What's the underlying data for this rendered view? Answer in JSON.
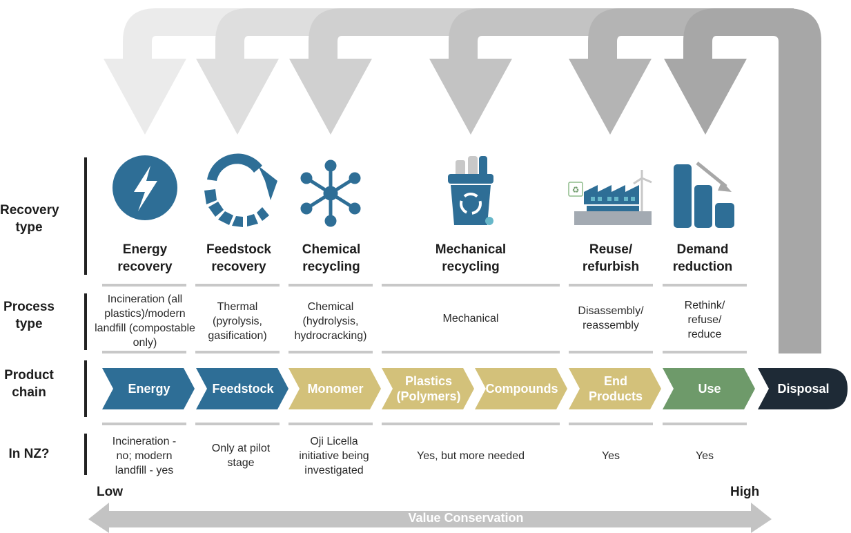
{
  "row_labels": {
    "recovery": "Recovery\ntype",
    "process": "Process\ntype",
    "product": "Product\nchain",
    "nz": "In NZ?"
  },
  "recovery_types": [
    {
      "label": "Energy\nrecovery",
      "icon": "lightning-icon"
    },
    {
      "label": "Feedstock\nrecovery",
      "icon": "circular-arrow-icon"
    },
    {
      "label": "Chemical\nrecycling",
      "icon": "molecule-icon"
    },
    {
      "label": "Mechanical\nrecycling",
      "icon": "recycling-bin-icon"
    },
    {
      "label": "Reuse/\nrefurbish",
      "icon": "factory-icon"
    },
    {
      "label": "Demand\nreduction",
      "icon": "declining-bars-icon"
    }
  ],
  "process_types": [
    "Incineration (all\nplastics)/modern\nlandfill (compostable\nonly)",
    "Thermal\n(pyrolysis,\ngasification)",
    "Chemical\n(hydrolysis,\nhydrocracking)",
    "Mechanical",
    "Disassembly/\nreassembly",
    "Rethink/\nrefuse/\nreduce"
  ],
  "product_chain": [
    {
      "label": "Energy",
      "color": "#2e6e96"
    },
    {
      "label": "Feedstock",
      "color": "#2e6e96"
    },
    {
      "label": "Monomer",
      "color": "#d3c17a"
    },
    {
      "label": "Plastics\n(Polymers)",
      "color": "#d3c17a"
    },
    {
      "label": "Compounds",
      "color": "#d3c17a"
    },
    {
      "label": "End\nProducts",
      "color": "#d3c17a"
    },
    {
      "label": "Use",
      "color": "#6e9a6a"
    },
    {
      "label": "Disposal",
      "color": "#1e2a36"
    }
  ],
  "in_nz": [
    "Incineration -\nno; modern\nlandfill - yes",
    "Only at pilot\nstage",
    "Oji Licella\ninitiative being\ninvestigated",
    "Yes, but more needed",
    "Yes",
    "Yes"
  ],
  "scale": {
    "low": "Low",
    "high": "High",
    "axis_label": "Value Conservation"
  },
  "colors": {
    "icon_blue": "#2e6e96",
    "divider_gray": "#c8c8c8",
    "arrow_grays": [
      "#e8e8e8",
      "#dcdcdc",
      "#cfcfcf",
      "#c2c2c2",
      "#b3b3b3",
      "#a6a6a6",
      "#999999"
    ]
  }
}
